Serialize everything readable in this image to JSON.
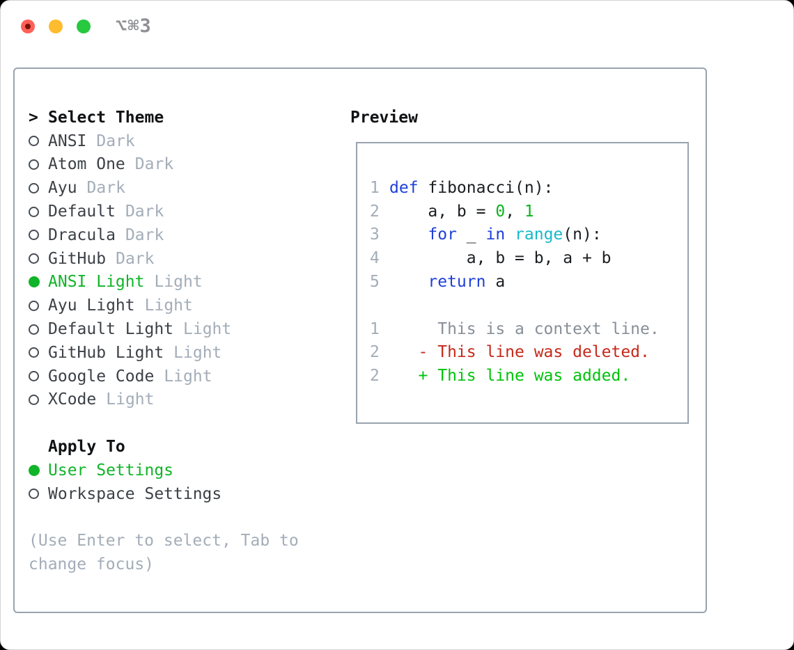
{
  "window": {
    "title": "⌥⌘3",
    "controls": [
      {
        "name": "close",
        "color": "#ff5f57",
        "dot": "#7a100a"
      },
      {
        "name": "minimize",
        "color": "#febc2e"
      },
      {
        "name": "zoom",
        "color": "#28c840"
      }
    ]
  },
  "colors": {
    "accent_green": "#10b428",
    "added_green": "#00c20b",
    "deleted_red": "#c5291b",
    "keyword_blue": "#1e40d8",
    "function_cyan": "#17b9ca",
    "number_green": "#0eb31f",
    "context_gray": "#878f98",
    "muted_gray": "#a3adb8",
    "text_dark": "#3c4147",
    "code_dark": "#1b1e21",
    "heading_black": "#101214",
    "panel_border": "#99a3ae"
  },
  "theme_panel": {
    "header_prefix": ">",
    "header": "Select Theme",
    "items": [
      {
        "label": "ANSI",
        "variant": "Dark",
        "selected": false
      },
      {
        "label": "Atom One",
        "variant": "Dark",
        "selected": false
      },
      {
        "label": "Ayu",
        "variant": "Dark",
        "selected": false
      },
      {
        "label": "Default",
        "variant": "Dark",
        "selected": false
      },
      {
        "label": "Dracula",
        "variant": "Dark",
        "selected": false
      },
      {
        "label": "GitHub",
        "variant": "Dark",
        "selected": false
      },
      {
        "label": "ANSI Light",
        "variant": "Light",
        "selected": true
      },
      {
        "label": "Ayu Light",
        "variant": "Light",
        "selected": false
      },
      {
        "label": "Default Light",
        "variant": "Light",
        "selected": false
      },
      {
        "label": "GitHub Light",
        "variant": "Light",
        "selected": false
      },
      {
        "label": "Google Code",
        "variant": "Light",
        "selected": false
      },
      {
        "label": "XCode",
        "variant": "Light",
        "selected": false
      }
    ]
  },
  "apply_panel": {
    "header": "Apply To",
    "options": [
      {
        "label": "User Settings",
        "selected": true
      },
      {
        "label": "Workspace Settings",
        "selected": false
      }
    ]
  },
  "hint_lines": [
    "(Use Enter to select, Tab to",
    "change focus)"
  ],
  "preview": {
    "header": "Preview",
    "lines": [
      {
        "num": "1",
        "tokens": [
          {
            "type": "keyword",
            "text": "def"
          },
          {
            "type": "plain",
            "text": " fibonacci(n):"
          }
        ]
      },
      {
        "num": "2",
        "tokens": [
          {
            "type": "plain",
            "text": "    a, b = "
          },
          {
            "type": "number",
            "text": "0"
          },
          {
            "type": "plain",
            "text": ", "
          },
          {
            "type": "number",
            "text": "1"
          }
        ]
      },
      {
        "num": "3",
        "tokens": [
          {
            "type": "plain",
            "text": "    "
          },
          {
            "type": "keyword",
            "text": "for"
          },
          {
            "type": "plain",
            "text": " _ "
          },
          {
            "type": "keyword",
            "text": "in"
          },
          {
            "type": "plain",
            "text": " "
          },
          {
            "type": "function",
            "text": "range"
          },
          {
            "type": "plain",
            "text": "(n):"
          }
        ]
      },
      {
        "num": "4",
        "tokens": [
          {
            "type": "plain",
            "text": "        a, b = b, a + b"
          }
        ]
      },
      {
        "num": "5",
        "tokens": [
          {
            "type": "plain",
            "text": "    "
          },
          {
            "type": "keyword",
            "text": "return"
          },
          {
            "type": "plain",
            "text": " a"
          }
        ]
      },
      {
        "num": "",
        "tokens": []
      },
      {
        "num": "1",
        "tokens": [
          {
            "type": "context",
            "text": "     This is a context line."
          }
        ]
      },
      {
        "num": "2",
        "tokens": [
          {
            "type": "deleted",
            "text": "   - This line was deleted."
          }
        ]
      },
      {
        "num": "2",
        "tokens": [
          {
            "type": "added",
            "text": "   + This line was added."
          }
        ]
      }
    ]
  }
}
